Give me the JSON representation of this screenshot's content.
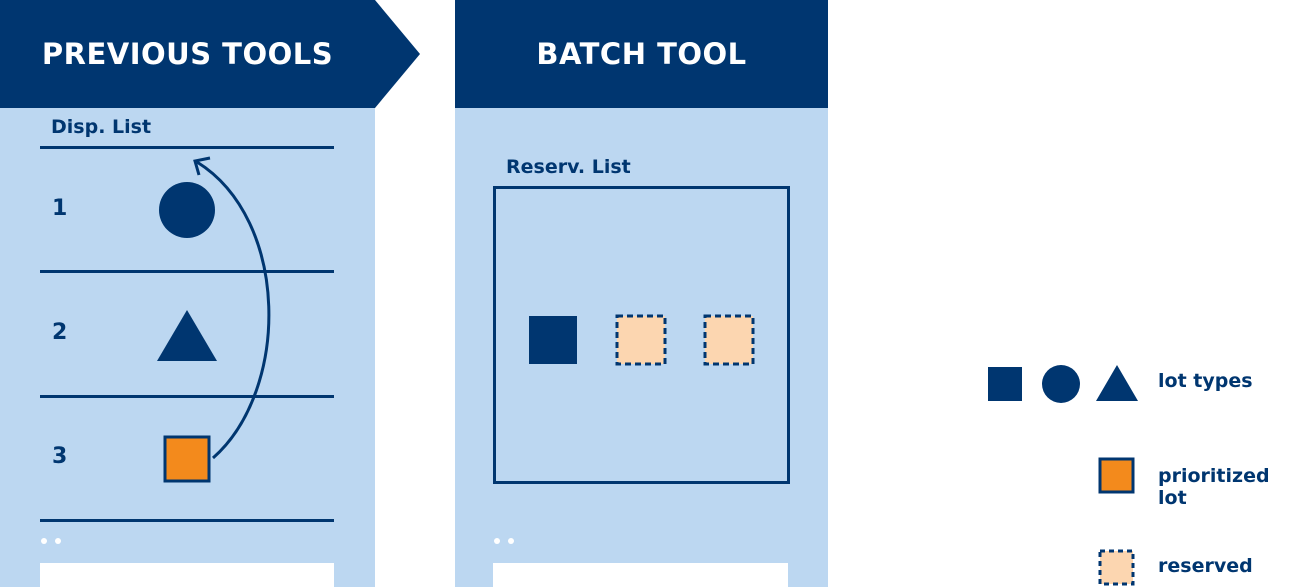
{
  "colors": {
    "navy": "#003670",
    "panel": "#bcd7f1",
    "prioritized": "#f38a1c",
    "reserved": "#fcd6b0"
  },
  "left_panel": {
    "title": "PREVIOUS TOOLS",
    "list_label": "Disp. List",
    "rows": [
      {
        "number": "1",
        "shape": "circle-icon"
      },
      {
        "number": "2",
        "shape": "triangle-icon"
      },
      {
        "number": "3",
        "shape": "square-icon-prioritized"
      }
    ]
  },
  "right_panel": {
    "title": "BATCH TOOL",
    "list_label": "Reserv. List",
    "items": [
      "square-icon",
      "reserved-square-icon",
      "reserved-square-icon"
    ]
  },
  "legend": {
    "lot_types": "lot types",
    "prioritized_lot": "prioritized lot",
    "reserved": "reserved"
  }
}
